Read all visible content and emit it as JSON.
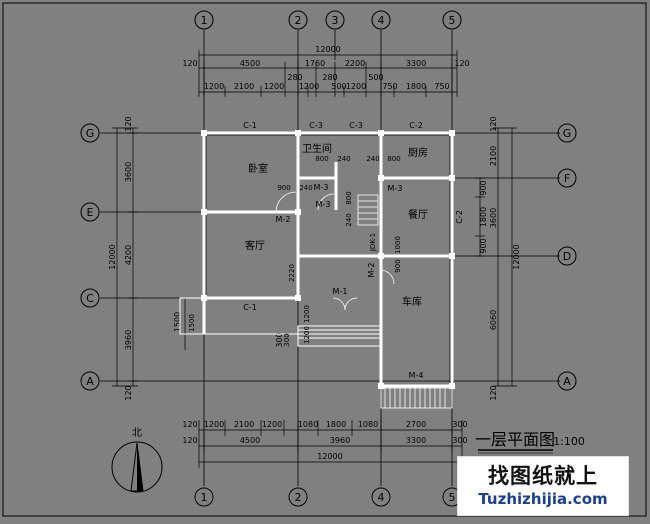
{
  "drawing": {
    "title": "一层平面图",
    "scale": "1:100",
    "north_label": "北"
  },
  "grid_labels": {
    "top": [
      "1",
      "2",
      "3",
      "4",
      "5"
    ],
    "bottom": [
      "1",
      "2",
      "4",
      "5"
    ],
    "left": [
      "G",
      "E",
      "C",
      "A"
    ],
    "right": [
      "G",
      "F",
      "D",
      "A"
    ]
  },
  "dimensions": {
    "top_overall": "12000",
    "top_mid": [
      "120",
      "4500",
      "1760",
      "280",
      "280",
      "2200",
      "500",
      "3300",
      "120"
    ],
    "top_detail": [
      "1200",
      "2100",
      "1200",
      "1200",
      "500",
      "1200",
      "750",
      "1800",
      "750"
    ],
    "bottom_detail": [
      "120",
      "1200",
      "2100",
      "1200",
      "1080",
      "1800",
      "1080",
      "2700",
      "300"
    ],
    "bottom_mid": [
      "4500",
      "3960",
      "3300"
    ],
    "bottom_extra": [
      "120",
      "300"
    ],
    "bottom_overall": "12000",
    "left_outer": "12000",
    "left_inner": [
      "120",
      "3600",
      "4200",
      "3960",
      "120"
    ],
    "left_small": [
      "1500",
      "300"
    ],
    "right_outer": "12000",
    "right_inner": [
      "120",
      "2100",
      "3600",
      "6060",
      "120"
    ],
    "right_detail": [
      "900",
      "1800",
      "900"
    ]
  },
  "rooms": {
    "bedroom": "卧室",
    "bathroom": "卫生间",
    "kitchen": "厨房",
    "dining": "餐厅",
    "living": "客厅",
    "garage": "车库"
  },
  "windows": [
    "C-1",
    "C-3",
    "C-3",
    "C-2",
    "C-1",
    "C-2"
  ],
  "doors": [
    "M-3",
    "M-3",
    "M-2",
    "M-1",
    "M-2",
    "M-3",
    "M-4"
  ],
  "small_dims": [
    "800",
    "240",
    "240",
    "800",
    "900",
    "240",
    "240",
    "800",
    "2220",
    "1200",
    "1500",
    "300",
    "1200",
    "JDK-1",
    "1000",
    "900"
  ],
  "watermark": {
    "cn": "找图纸就上",
    "url": "Tuzhizhijia.com"
  },
  "colors": {
    "background": "#808080",
    "line": "#000000",
    "wall": "#ffffff"
  }
}
